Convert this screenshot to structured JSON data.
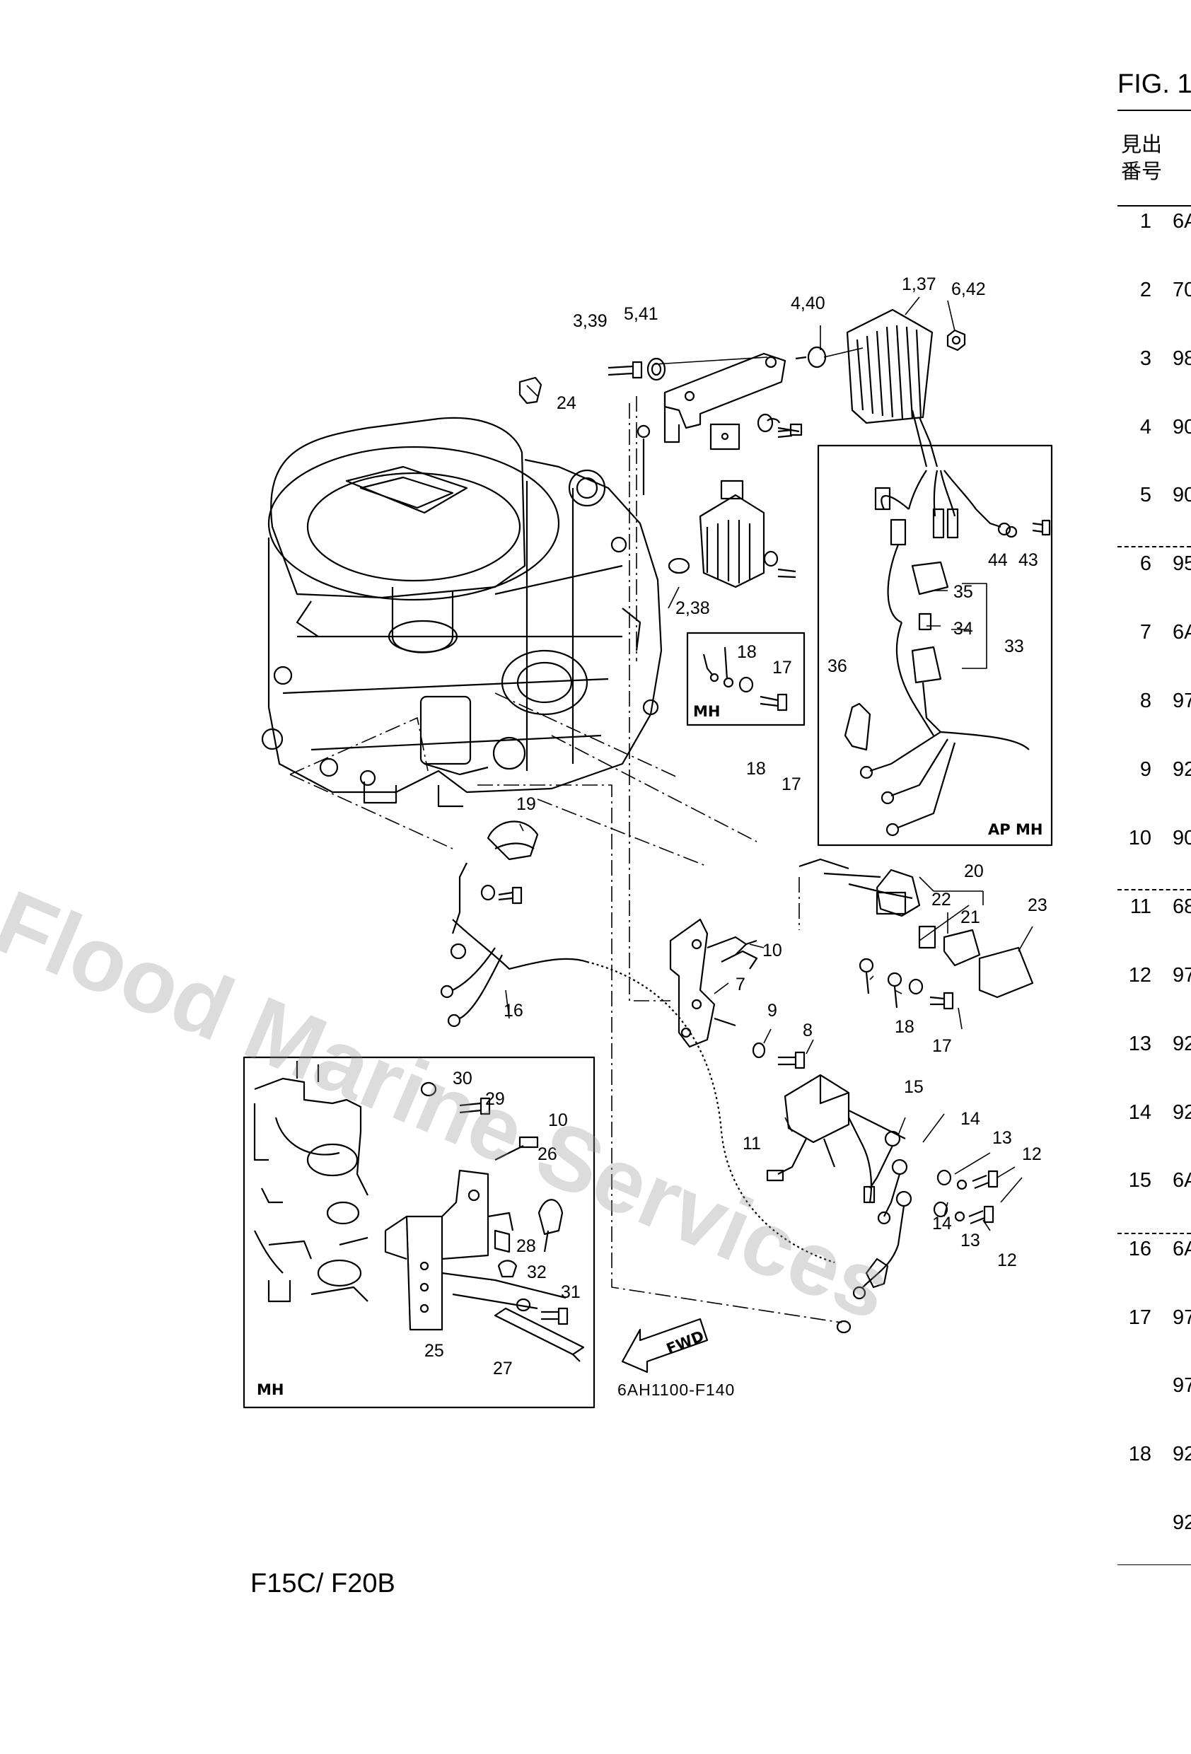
{
  "figure_header": "FIG. 1",
  "column_header": [
    "見出",
    "番号"
  ],
  "parts_list": [
    {
      "no": "1",
      "part": "6A"
    },
    {
      "no": "2",
      "part": "70"
    },
    {
      "no": "3",
      "part": "98"
    },
    {
      "no": "4",
      "part": "90"
    },
    {
      "no": "5",
      "part": "90"
    },
    {
      "no": "6",
      "part": "95"
    },
    {
      "no": "7",
      "part": "6A"
    },
    {
      "no": "8",
      "part": "97"
    },
    {
      "no": "9",
      "part": "92"
    },
    {
      "no": "10",
      "part": "90"
    },
    {
      "no": "11",
      "part": "68"
    },
    {
      "no": "12",
      "part": "97"
    },
    {
      "no": "13",
      "part": "92"
    },
    {
      "no": "14",
      "part": "92"
    },
    {
      "no": "15",
      "part": "6A"
    },
    {
      "no": "16",
      "part": "6A"
    },
    {
      "no": "17",
      "part": "97"
    },
    {
      "no": "",
      "part": "97"
    },
    {
      "no": "18",
      "part": "92"
    },
    {
      "no": "",
      "part": "92"
    }
  ],
  "callouts": {
    "c1": "3,39",
    "c2": "5,41",
    "c3": "4,40",
    "c4": "1,37",
    "c5": "6,42",
    "c6": "24",
    "c7": "2,38",
    "c8": "18",
    "c9": "17",
    "c10": "18",
    "c11": "17",
    "c12": "44",
    "c13": "43",
    "c14": "35",
    "c15": "34",
    "c16": "33",
    "c17": "36",
    "c18": "19",
    "c19": "20",
    "c20": "22",
    "c21": "21",
    "c22": "23",
    "c23": "10",
    "c24": "7",
    "c25": "9",
    "c26": "8",
    "c27": "18",
    "c28": "17",
    "c29": "16",
    "c30": "15",
    "c31": "14",
    "c32": "13",
    "c33": "12",
    "c34": "11",
    "c35": "14",
    "c36": "13",
    "c37": "12",
    "c38": "30",
    "c39": "29",
    "c40": "10",
    "c41": "26",
    "c42": "28",
    "c43": "32",
    "c44": "31",
    "c45": "25",
    "c46": "27"
  },
  "box_labels": {
    "mh_small": "MH",
    "ap_mh": "AP MH",
    "mh_inset": "MH"
  },
  "fwd_label": "FWD",
  "drawing_code": "6AH1100-F140",
  "model": "F15C/ F20B",
  "watermark": "Flood Marine Services"
}
